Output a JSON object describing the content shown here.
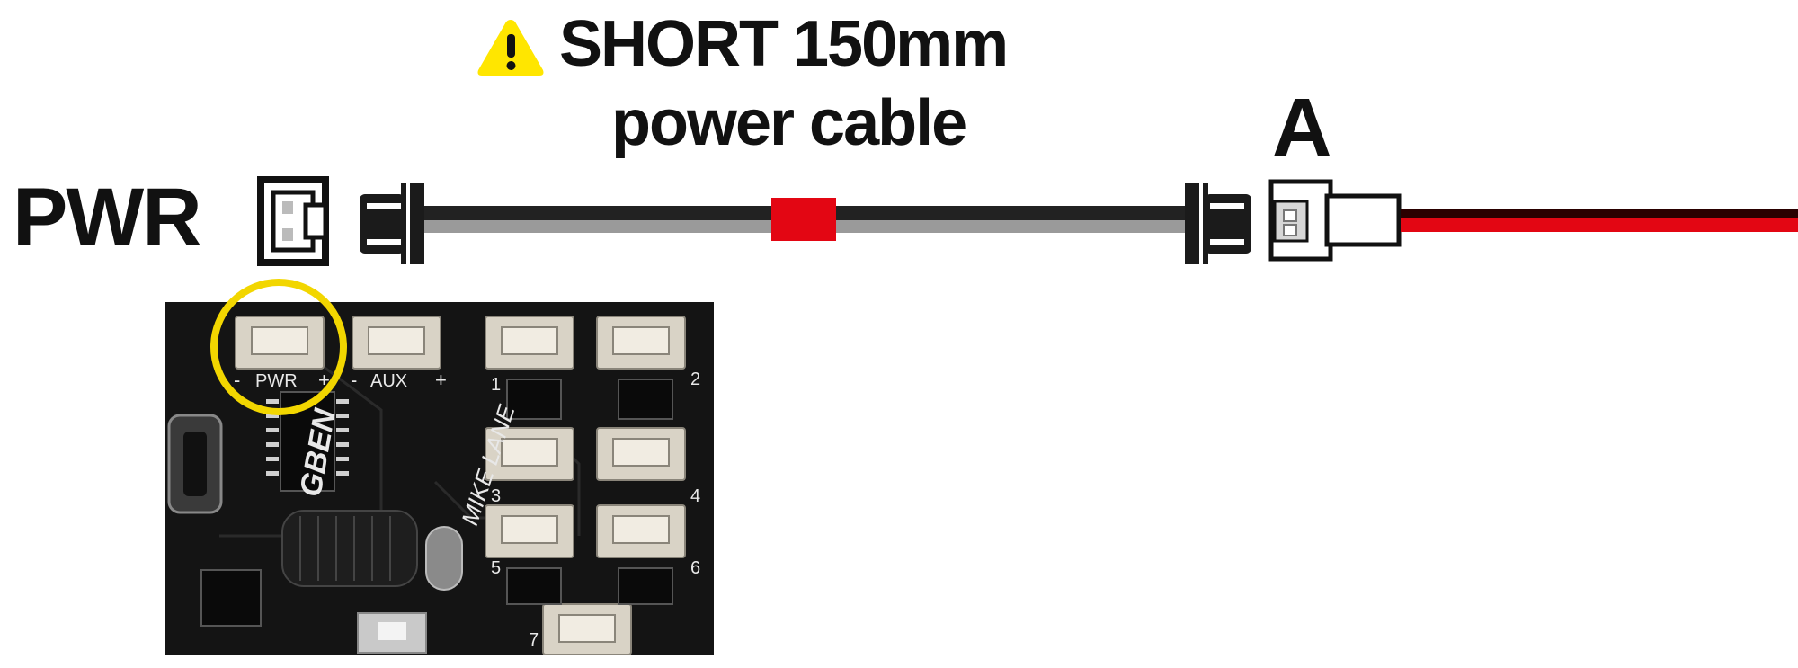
{
  "heading": {
    "line1": "SHORT 150mm",
    "line2": "power cable",
    "warning_icon": "warning-triangle-icon"
  },
  "labels": {
    "connector_left": "PWR",
    "connector_right": "A"
  },
  "board": {
    "silkscreen": {
      "pwr": "PWR",
      "aux": "AUX",
      "minus": "-",
      "plus": "+",
      "port_numbers": [
        "1",
        "2",
        "3",
        "4",
        "5",
        "6",
        "7"
      ],
      "brand": "GBEN",
      "signature": "MIKE LANE"
    }
  },
  "colors": {
    "cable_black": "#222222",
    "cable_grey": "#9a9a9a",
    "heat_shrink": "#e30613",
    "lead_red": "#e30613",
    "highlight": "#f2d600",
    "warning": "#ffe600",
    "pcb": "#141414"
  }
}
